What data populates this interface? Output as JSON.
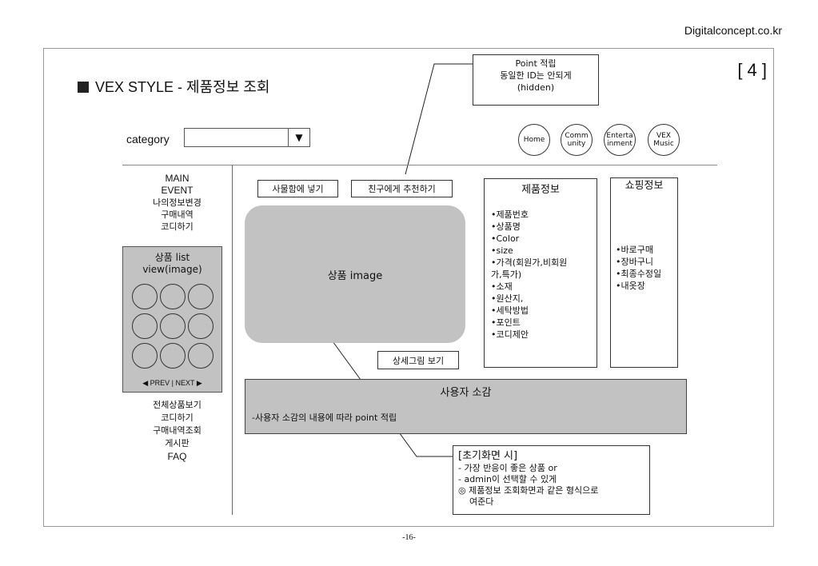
{
  "site_name": "Digitalconcept.co.kr",
  "page_number": "[ 4 ]",
  "title": "VEX STYLE - 제품정보 조회",
  "annotation_point": {
    "lines": [
      "Point 적립",
      "동일한 ID는 안되게",
      "(hidden)"
    ]
  },
  "category": {
    "label": "category",
    "value": ""
  },
  "circle_nav": [
    {
      "label": "Home"
    },
    {
      "label": "Comm unity"
    },
    {
      "label": "Enterta inment"
    },
    {
      "label": "VEX Music"
    }
  ],
  "left_nav_top": [
    "MAIN",
    "EVENT",
    "나의정보변경",
    "구매내역",
    "코디하기"
  ],
  "product_list_panel": {
    "title_line1": "상품 list",
    "title_line2": "view(image)",
    "prev": "◀ PREV",
    "sep": "|",
    "next": "NEXT ▶"
  },
  "left_nav_bottom": [
    "전체상품보기",
    "코디하기",
    "구매내역조회",
    "게시판",
    "FAQ"
  ],
  "action_buttons": {
    "wishlist": "사물함에 넣기",
    "recommend": "친구에게 추천하기",
    "detail": "상세그림 보기"
  },
  "product_image_label": "상품 image",
  "product_info": {
    "title": "제품정보",
    "items": [
      "•제품번호",
      "•상품명",
      "•Color",
      "•size",
      "•가격(회원가,비회원",
      "가,특가)",
      "•소재",
      "•원산지,",
      "•세탁방법",
      "•포인트",
      "•코디제안"
    ]
  },
  "shopping_info": {
    "title": "쇼핑정보",
    "items": [
      "•바로구매",
      "•장바구니",
      "•최종수정일",
      "•내옷장"
    ]
  },
  "user_review": {
    "title": "사용자 소감",
    "body": "-사용자 소감의 내용에 따라 point 적립"
  },
  "initial_screen_note": {
    "title": "[초기화면 시]",
    "lines": [
      "- 가장 반응이 좋은 상품 or",
      "- admin이 선택할 수 있게",
      "◎ 제품정보 조회화면과 같은 형식으로",
      "    여준다"
    ]
  },
  "footer_page": "-16-"
}
